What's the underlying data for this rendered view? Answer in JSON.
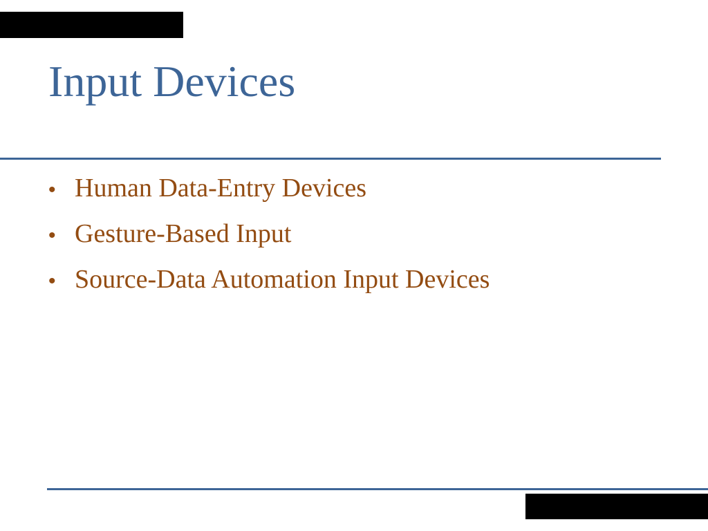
{
  "slide": {
    "title": "Input Devices",
    "bullet_glyph": "•",
    "bullets": [
      "Human Data-Entry Devices",
      "Gesture-Based Input",
      "Source-Data Automation Input Devices"
    ]
  },
  "colors": {
    "title": "#3d6597",
    "bullet_text": "#934c12",
    "rule": "#3d6597",
    "bar": "#000000"
  }
}
